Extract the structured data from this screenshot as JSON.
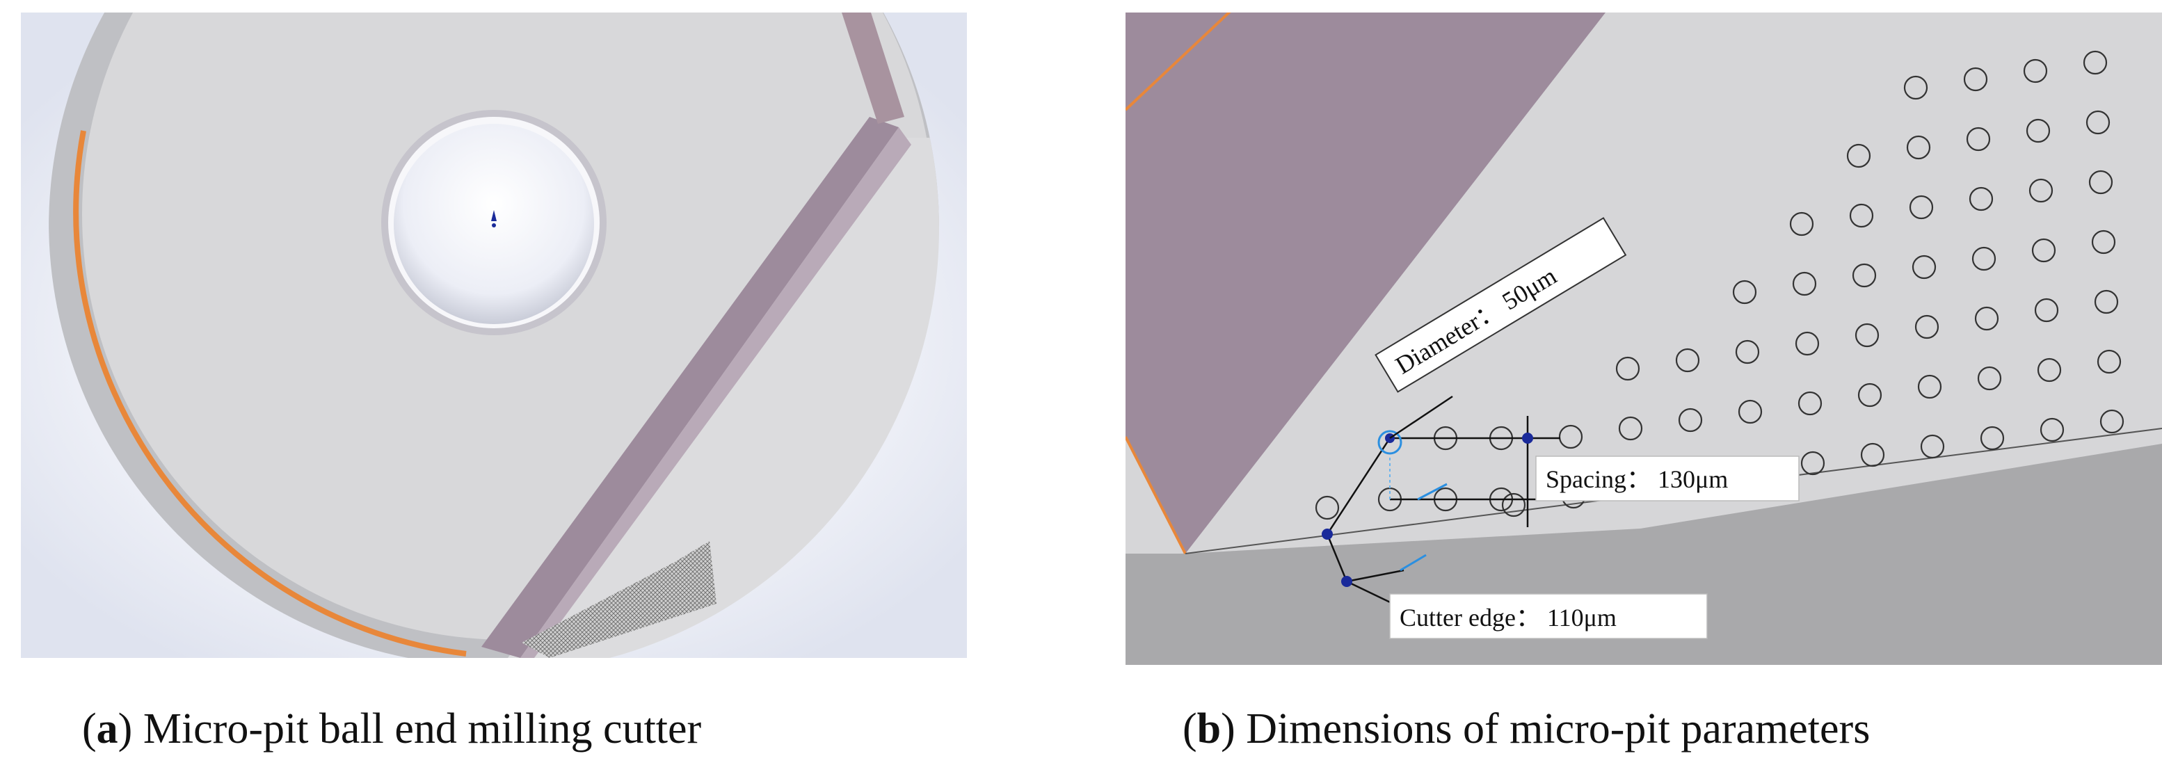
{
  "panel_a": {
    "caption_letter": "a",
    "caption_text": "Micro-pit ball end milling cutter"
  },
  "panel_b": {
    "caption_letter": "b",
    "caption_text": "Dimensions of micro-pit parameters",
    "labels": {
      "diameter": "Diameter： 50μm",
      "spacing": "Spacing： 130μm",
      "cutter_edge": "Cutter edge： 110μm"
    }
  },
  "colors": {
    "face_gray": "#d8d8da",
    "flute_purple": "#9d8b9c",
    "edge_orange": "#e8873a",
    "background_blue": "#e4e8f3",
    "dimension_blue": "#1a2a9a",
    "pit_outline": "#333333"
  }
}
